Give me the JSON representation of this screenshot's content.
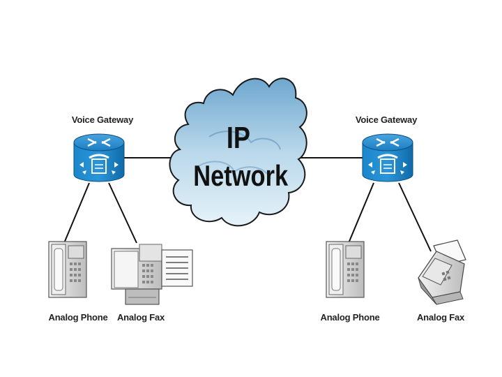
{
  "diagram": {
    "cloud": {
      "line1": "IP",
      "line2": "Network"
    },
    "left_gateway": {
      "label": "Voice Gateway"
    },
    "right_gateway": {
      "label": "Voice Gateway"
    },
    "left_phone": {
      "label": "Analog Phone"
    },
    "left_fax": {
      "label": "Analog Fax"
    },
    "right_phone": {
      "label": "Analog Phone"
    },
    "right_fax": {
      "label": "Analog Fax"
    }
  },
  "colors": {
    "gateway_blue": "#1a7fc4",
    "gateway_dark": "#0d5f98",
    "cloud_fill": "#a9cfe6",
    "cloud_stroke": "#1a1a1a",
    "device_gray": "#c9c9c9"
  }
}
